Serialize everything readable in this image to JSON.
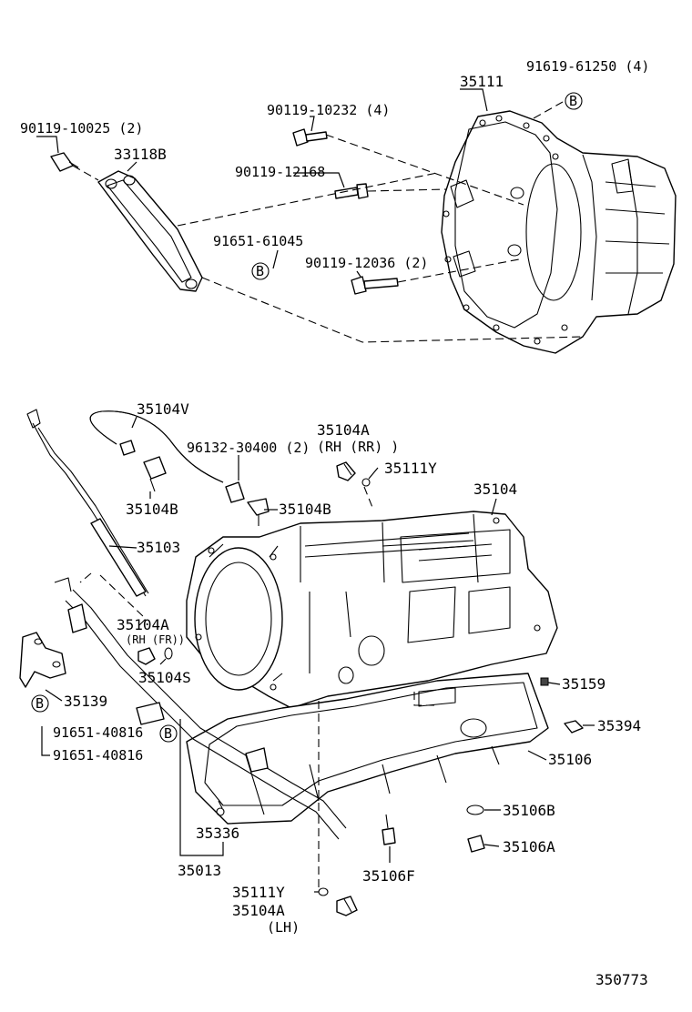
{
  "diagram": {
    "reference_number": "350773",
    "ref_mark": "B",
    "labels": {
      "p_91619_61250": "91619-61250 (4)",
      "p_35111": "35111",
      "p_90119_10232": "90119-10232 (4)",
      "p_90119_10025": "90119-10025 (2)",
      "p_33118B": "33118B",
      "p_90119_12168": "90119-12168",
      "p_91651_61045": "91651-61045",
      "p_90119_12036": "90119-12036 (2)",
      "p_35104V": "35104V",
      "p_96132_30400": "96132-30400 (2)",
      "p_35104A_rh_rr": "35104A",
      "p_rh_rr": "(RH (RR) )",
      "p_35111Y_top": "35111Y",
      "p_35104B_left": "35104B",
      "p_35104B_right": "35104B",
      "p_35104": "35104",
      "p_35103": "35103",
      "p_35104A_rh_fr": "35104A",
      "p_rh_fr": "(RH (FR))",
      "p_35104S": "35104S",
      "p_35139": "35139",
      "p_35159": "35159",
      "p_91651_40816_a": "91651-40816",
      "p_91651_40816_b": "91651-40816",
      "p_35394": "35394",
      "p_35106": "35106",
      "p_35106B": "35106B",
      "p_35336": "35336",
      "p_35106A": "35106A",
      "p_35013": "35013",
      "p_35106F": "35106F",
      "p_35111Y_bottom": "35111Y",
      "p_35104A_lh": "35104A",
      "p_lh": "(LH)"
    }
  }
}
